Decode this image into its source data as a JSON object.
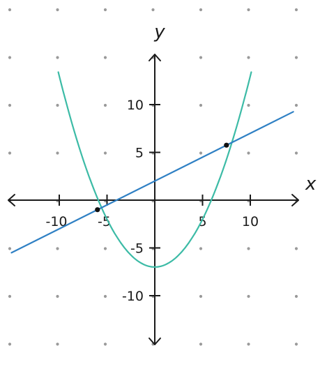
{
  "chart_data": {
    "type": "line",
    "title": "",
    "xlabel": "x",
    "ylabel": "y",
    "xlim": [
      -15,
      15
    ],
    "ylim": [
      -15,
      15
    ],
    "grid": "dots",
    "x_ticks": [
      {
        "value": -10,
        "label": "-10"
      },
      {
        "value": -5,
        "label": "-5"
      },
      {
        "value": 5,
        "label": "5"
      },
      {
        "value": 10,
        "label": "10"
      }
    ],
    "y_ticks": [
      {
        "value": 10,
        "label": "10"
      },
      {
        "value": 5,
        "label": "5"
      },
      {
        "value": -5,
        "label": "-5"
      },
      {
        "value": -10,
        "label": "-10"
      }
    ],
    "series": [
      {
        "kind": "parabola",
        "equation": "y = 0.2x^2 - 7",
        "x_range": [
          -10.1,
          10.1
        ],
        "color": "#3cbba6"
      },
      {
        "kind": "line",
        "equation": "y = 0.5x + 2",
        "x_range": [
          -15,
          14.5
        ],
        "color": "#2f80c4"
      }
    ],
    "intersections": [
      {
        "x": -6,
        "y": -1
      },
      {
        "x": 7.5,
        "y": 5.75
      }
    ]
  }
}
